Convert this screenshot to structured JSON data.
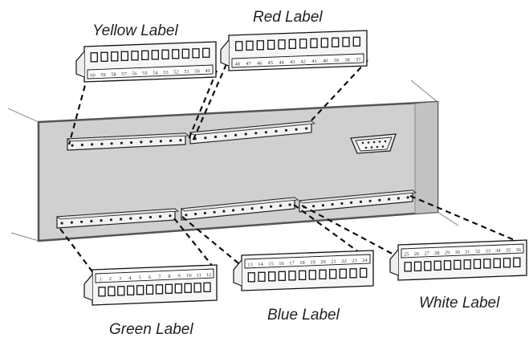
{
  "labels": {
    "yellow": "Yellow Label",
    "red": "Red Label",
    "green": "Green Label",
    "blue": "Blue Label",
    "white": "White Label"
  },
  "blocks": {
    "yellow": [
      "60",
      "59",
      "58",
      "57",
      "56",
      "55",
      "54",
      "53",
      "52",
      "51",
      "50",
      "49"
    ],
    "red": [
      "48",
      "47",
      "46",
      "45",
      "44",
      "43",
      "42",
      "41",
      "40",
      "39",
      "38",
      "37"
    ],
    "green": [
      "1",
      "2",
      "3",
      "4",
      "5",
      "6",
      "7",
      "8",
      "9",
      "10",
      "11",
      "12"
    ],
    "blue": [
      "13",
      "14",
      "15",
      "16",
      "17",
      "18",
      "19",
      "20",
      "21",
      "22",
      "23",
      "24"
    ],
    "white": [
      "25",
      "26",
      "27",
      "28",
      "29",
      "30",
      "31",
      "32",
      "33",
      "34",
      "35",
      "36"
    ]
  },
  "colors": {
    "panel": "#d0d0d0",
    "frame": "#444444",
    "line": "#111111"
  }
}
